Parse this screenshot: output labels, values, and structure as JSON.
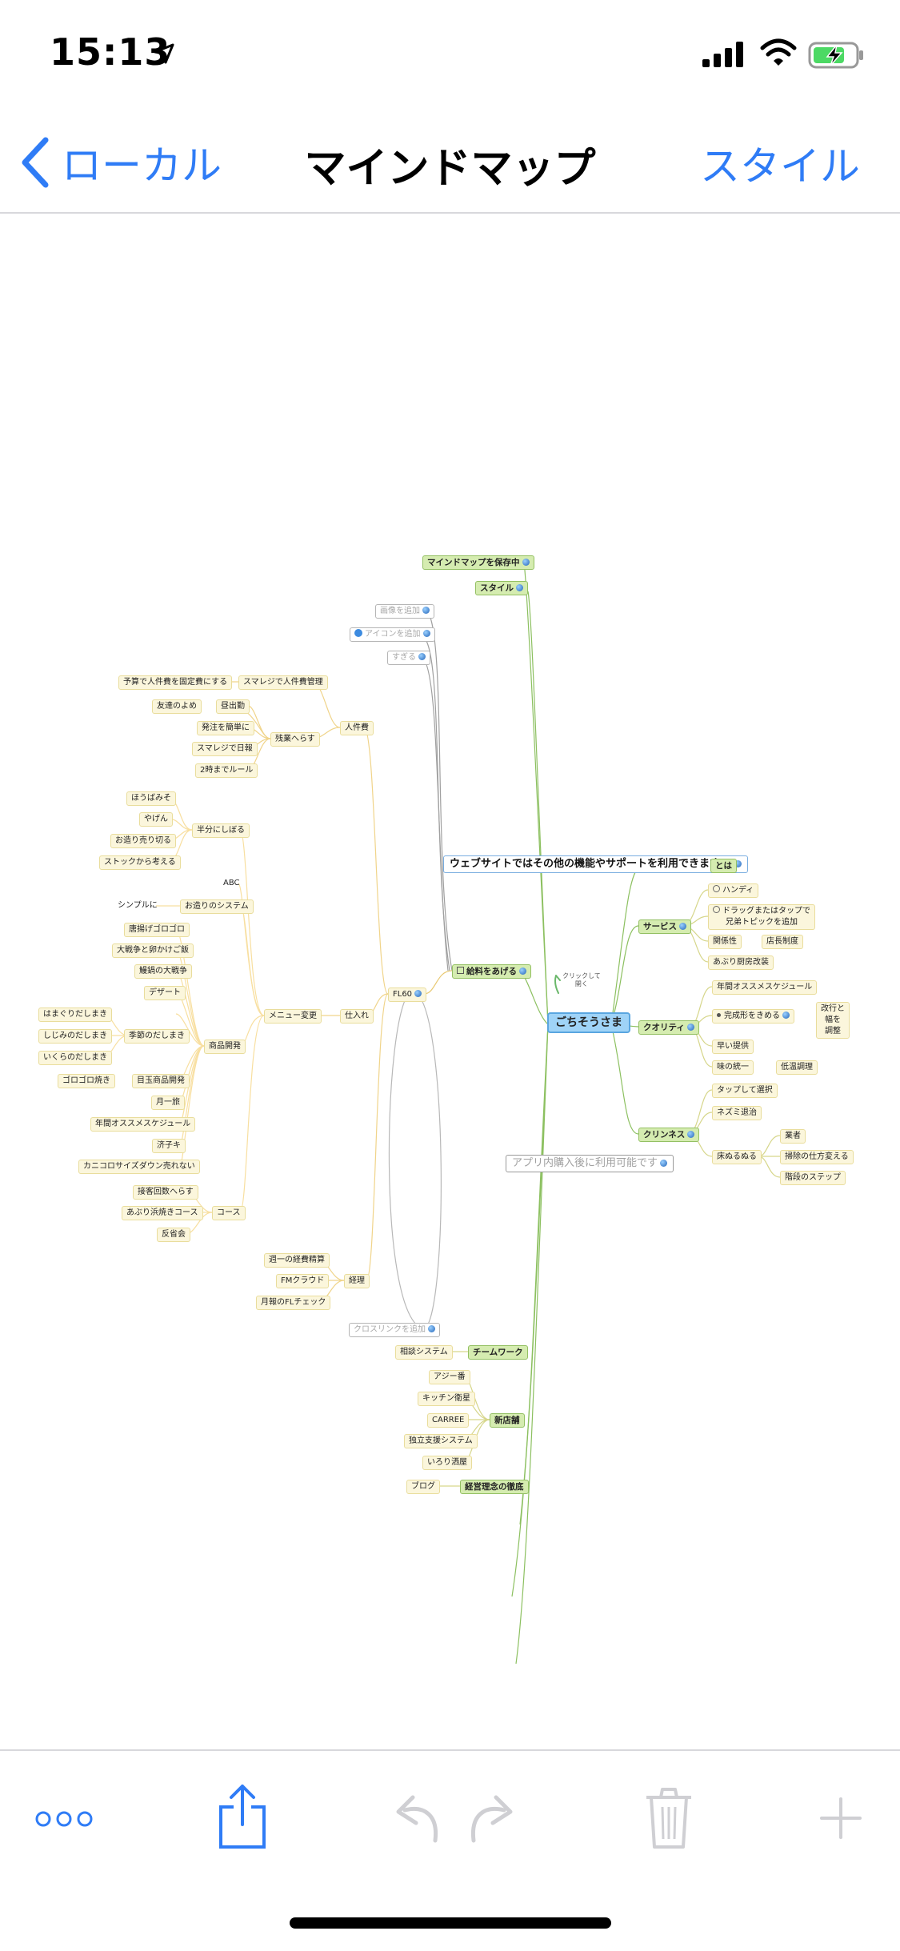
{
  "status": {
    "time": "15:13"
  },
  "nav": {
    "back_label": "ローカル",
    "title": "マインドマップ",
    "style_label": "スタイル"
  },
  "map": {
    "root": "ごちそうさま",
    "hint": "クリックして\n開く",
    "banner_top": "ウェブサイトではその他の機能やサポートを利用できます →",
    "banner_bottom": "アプリ内購入後に利用可能です",
    "top": {
      "save": "マインドマップを保存中",
      "style": "スタイル",
      "add_image": "画像を追加",
      "add_icon": "アイコンを追加",
      "more": "すぎる"
    },
    "left": {
      "salary": "給料をあげる",
      "fl": "FL60",
      "labor": "人件費",
      "labor_sub1": "スマレジで人件費管理",
      "labor_sub1_leaf": "予算で人件費を固定費にする",
      "reduce": "残業へらす",
      "reduce_leaves": [
        "友達のよめ",
        "発注を簡単に",
        "スマレジで日報",
        "2時までルール"
      ],
      "early": "昼出勤",
      "purchase": "仕入れ",
      "menu": "メニュー変更",
      "half": "半分にしぼる",
      "half_leaves": [
        "ほうばみそ",
        "やげん",
        "お造り売り切る",
        "ストックから考える"
      ],
      "abc": "ABC",
      "sashimi_sys": "お造りのシステム",
      "simple": "シンプルに",
      "product": "商品開発",
      "product_leaves": [
        "唐揚げゴロゴロ",
        "大戦争と卵かけご飯",
        "鰻鍋の大戦争",
        "デザート",
        "ゴロゴロ焼き",
        "月一旅",
        "年間オススメスケジュール",
        "济子キ",
        "カニコロサイズダウン売れない"
      ],
      "seasonal": "季節のだしまき",
      "seasonal_leaves": [
        "はまぐりだしまき",
        "しじみのだしまき",
        "いくらのだしまき"
      ],
      "purpose": "目玉商品開発",
      "course": "コース",
      "course_leaves": [
        "接客回数へらす",
        "あぶり浜焼きコース",
        "反省会"
      ],
      "expense": "経理",
      "expense_leaves": [
        "週一の経費精算",
        "FMクラウド",
        "月報のFLチェック"
      ],
      "crosslink": "クロスリンクを追加",
      "team": "チームワーク",
      "team_leaf": "相談システム",
      "new_store": "新店舗",
      "new_store_leaves": [
        "アジー番",
        "キッチン衛星",
        "CARREE",
        "独立支援システム",
        "いろり洒屋"
      ],
      "philosophy": "経営理念の徹底",
      "philosophy_leaf": "ブログ"
    },
    "right": {
      "what": "とは",
      "service": "サービス",
      "service_leaves": [
        "ハンディ",
        "ドラッグまたはタップで\n兄弟トピックを追加",
        "関係性",
        "あぶり厨房改装"
      ],
      "service_rel": "店長制度",
      "quality": "クオリティ",
      "quality_leaves": [
        "年間オススメスケジュール",
        "完成形をきめる",
        "早い提供",
        "味の統一"
      ],
      "quality_note": "改行と\n幅を\n調整",
      "quality_taste": "低温調理",
      "clean": "クリンネス",
      "clean_leaves": [
        "タップして選択",
        "ネズミ退治",
        "床ぬるぬる"
      ],
      "clean_sub": [
        "業者",
        "掃除の仕方変える",
        "階段のステップ"
      ]
    }
  },
  "colors": {
    "accent": "#2f7cf6",
    "green_node": "#d5ecb0",
    "yellow_node": "#fbf6dc",
    "root": "#9fd3f7"
  },
  "toolbar": {
    "icons": [
      "more-icon",
      "share-icon",
      "undo-icon",
      "redo-icon",
      "trash-icon",
      "add-icon"
    ]
  }
}
